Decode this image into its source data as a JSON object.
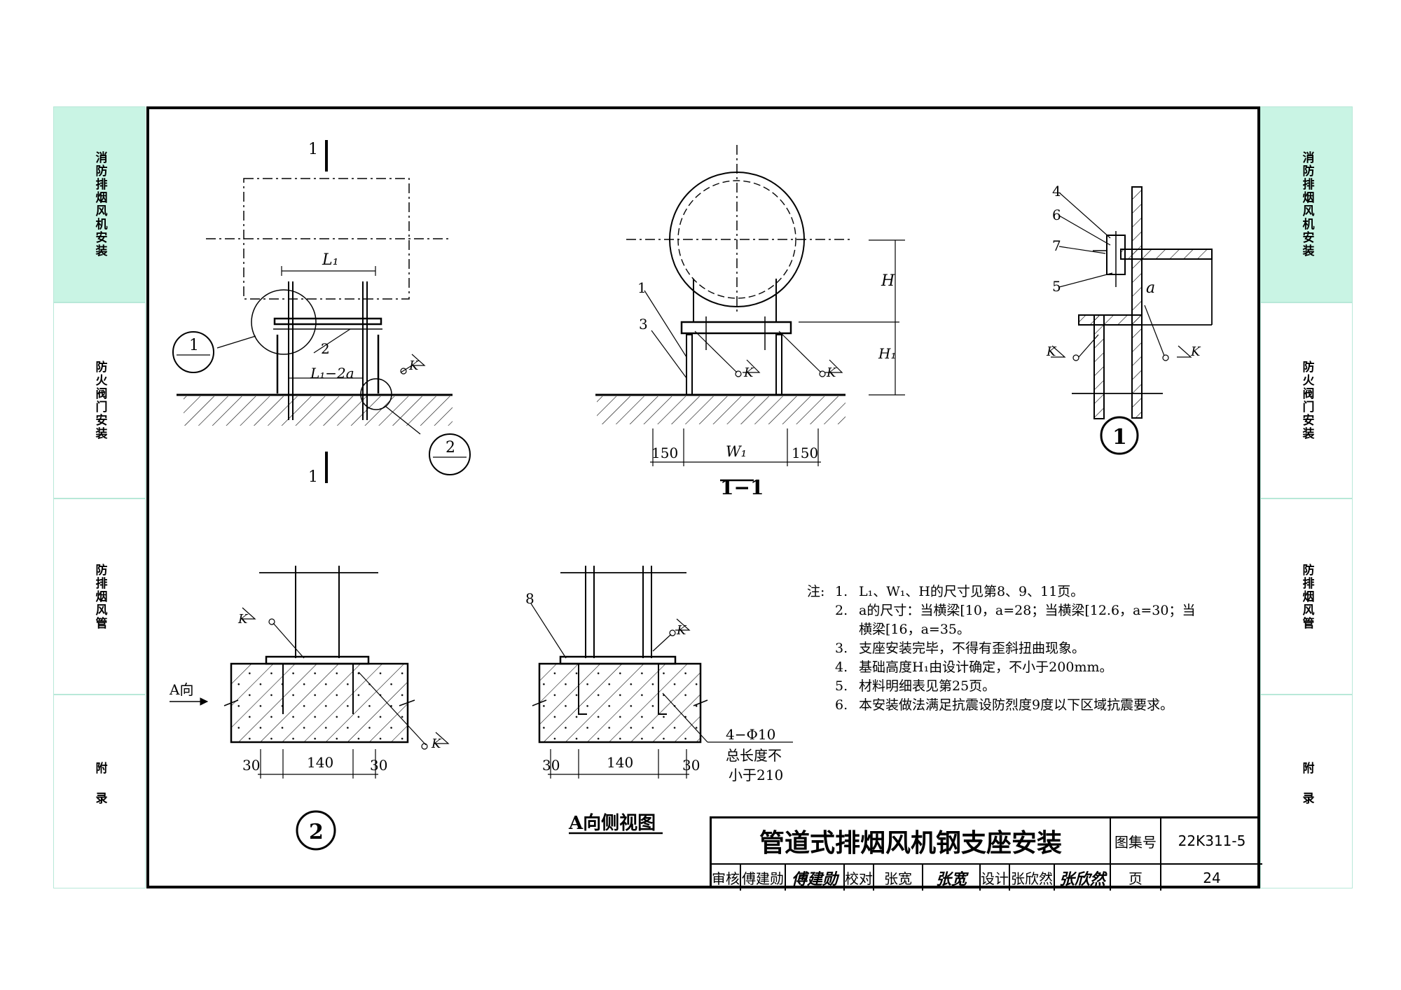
{
  "side_tabs": [
    {
      "label": "消防排烟风机安装",
      "active": true
    },
    {
      "label": "防火阀门安装",
      "active": false
    },
    {
      "label": "防排烟风管",
      "active": false
    },
    {
      "label": "附录",
      "active": false
    }
  ],
  "drawing": {
    "section_mark": "1",
    "dim_L1": "L₁",
    "dim_L1_2a": "L₁−2a",
    "detail_1": "1",
    "detail_2": "2",
    "part_1": "1",
    "part_2": "2",
    "part_3": "3",
    "part_4": "4",
    "part_5": "5",
    "part_6": "6",
    "part_7": "7",
    "part_8": "8",
    "weld": "K",
    "dim_H": "H",
    "dim_H1": "H₁",
    "dim_W1": "W₁",
    "dim_150": "150",
    "section_title": "1−1",
    "dim_a": "a",
    "dim_30": "30",
    "dim_140": "140",
    "direction_A": "A向",
    "rebar_note_1": "4−Φ10",
    "rebar_note_2": "总长度不",
    "rebar_note_3": "小于210",
    "side_view_title": "A向侧视图"
  },
  "notes": {
    "label": "注:",
    "items": [
      {
        "num": "1.",
        "text": "L₁、W₁、H的尺寸见第8、9、11页。"
      },
      {
        "num": "2.",
        "text": "a的尺寸：当横梁[10，a=28；当横梁[12.6，a=30；当横梁[16，a=35。"
      },
      {
        "num": "3.",
        "text": "支座安装完毕，不得有歪斜扭曲现象。"
      },
      {
        "num": "4.",
        "text": "基础高度H₁由设计确定，不小于200mm。"
      },
      {
        "num": "5.",
        "text": "材料明细表见第25页。"
      },
      {
        "num": "6.",
        "text": "本安装做法满足抗震设防烈度9度以下区域抗震要求。"
      }
    ]
  },
  "title_block": {
    "title": "管道式排烟风机钢支座安装",
    "atlas_label": "图集号",
    "atlas_no": "22K311-5",
    "review_label": "审核",
    "reviewer": "傅建勋",
    "review_sig": "傅建勋",
    "check_label": "校对",
    "checker": "张宽",
    "check_sig": "张宽",
    "design_label": "设计",
    "designer": "张欣然",
    "design_sig": "张欣然",
    "page_label": "页",
    "page_no": "24"
  }
}
